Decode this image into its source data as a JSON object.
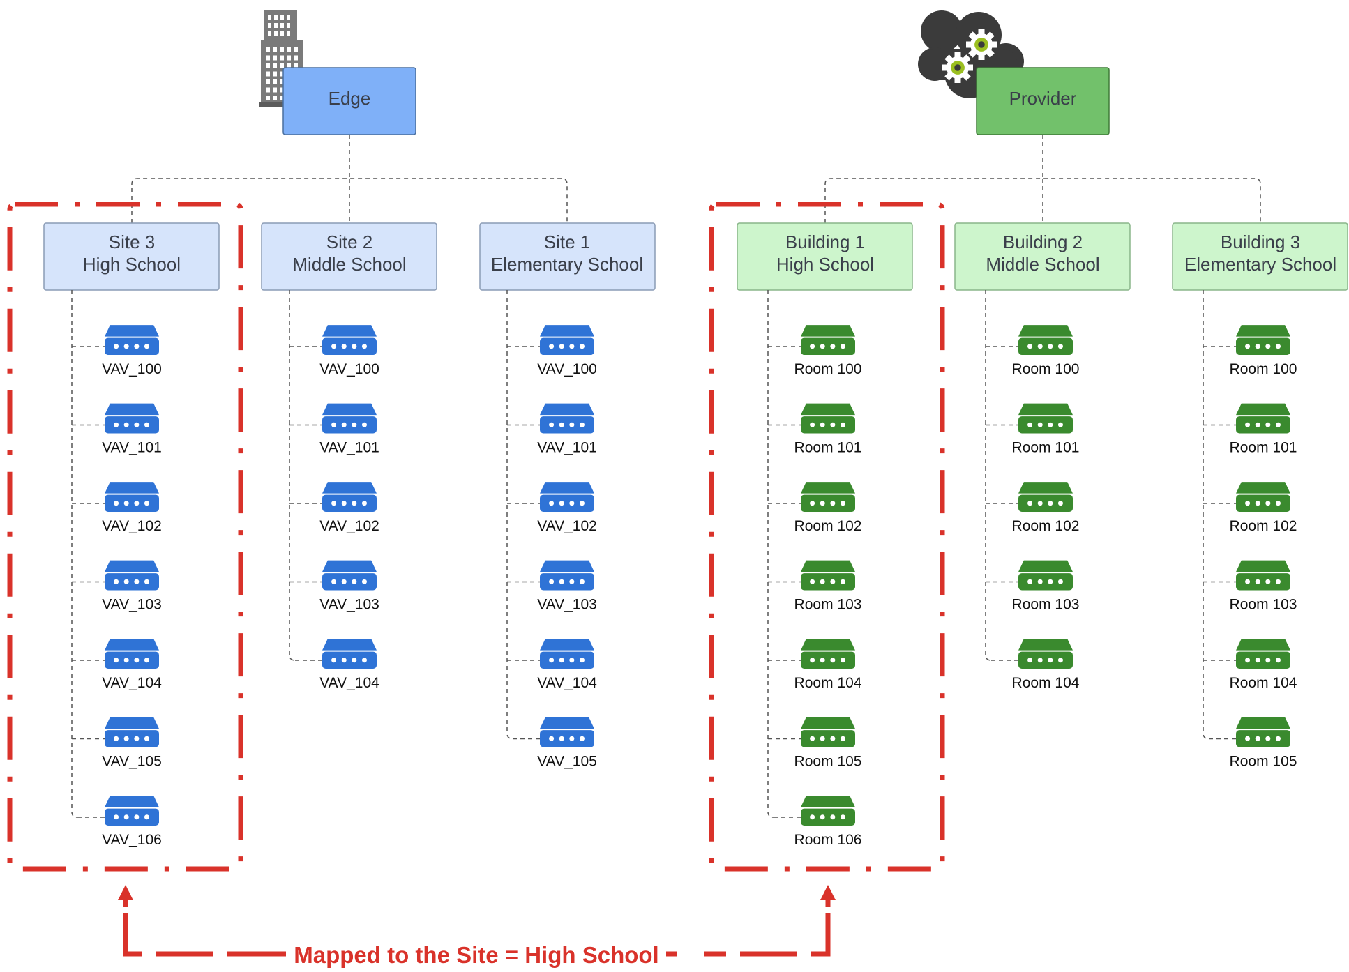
{
  "colors": {
    "edge_fill": "#7fb0f8",
    "provider_fill": "#72c16b",
    "site_fill": "#d6e4fb",
    "building_fill": "#cdf5cc",
    "vav_icon": "#2f73d6",
    "room_icon": "#3a8a2e",
    "highlight": "#d9322a",
    "connector": "#555555"
  },
  "edge": {
    "label": "Edge",
    "icon": "office-building-icon",
    "sites": [
      {
        "line1": "Site 3",
        "line2": "High School",
        "devices": [
          "VAV_100",
          "VAV_101",
          "VAV_102",
          "VAV_103",
          "VAV_104",
          "VAV_105",
          "VAV_106"
        ]
      },
      {
        "line1": "Site 2",
        "line2": "Middle School",
        "devices": [
          "VAV_100",
          "VAV_101",
          "VAV_102",
          "VAV_103",
          "VAV_104"
        ]
      },
      {
        "line1": "Site 1",
        "line2": "Elementary School",
        "devices": [
          "VAV_100",
          "VAV_101",
          "VAV_102",
          "VAV_103",
          "VAV_104",
          "VAV_105"
        ]
      }
    ]
  },
  "provider": {
    "label": "Provider",
    "icon": "cloud-gears-icon",
    "buildings": [
      {
        "line1": "Building 1",
        "line2": "High School",
        "devices": [
          "Room 100",
          "Room 101",
          "Room 102",
          "Room 103",
          "Room 104",
          "Room 105",
          "Room 106"
        ]
      },
      {
        "line1": "Building 2",
        "line2": "Middle School",
        "devices": [
          "Room 100",
          "Room 101",
          "Room 102",
          "Room 103",
          "Room 104"
        ]
      },
      {
        "line1": "Building 3",
        "line2": "Elementary School",
        "devices": [
          "Room 100",
          "Room 101",
          "Room 102",
          "Room 103",
          "Room 104",
          "Room 105"
        ]
      }
    ]
  },
  "mapping": {
    "label": "Mapped to the Site = High School"
  }
}
